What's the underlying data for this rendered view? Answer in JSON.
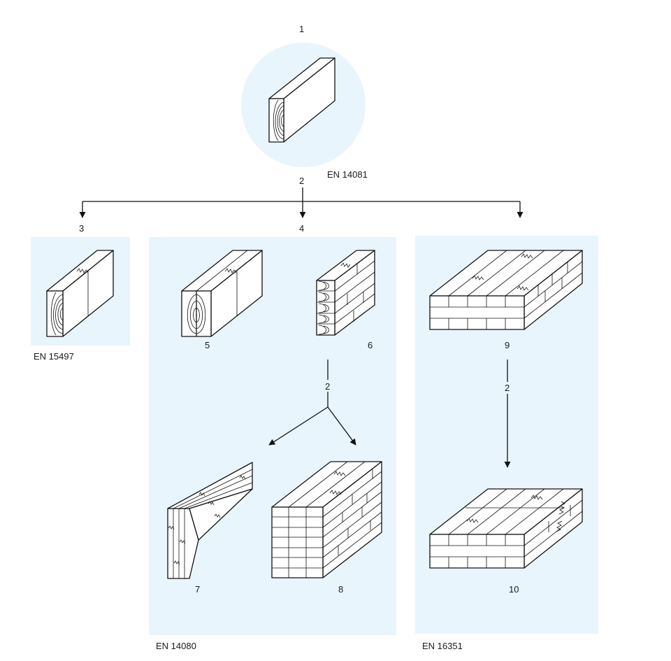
{
  "colors": {
    "panel": "#e8f5fc",
    "line": "#111111",
    "background": "#ffffff"
  },
  "labels": {
    "n1": "1",
    "n2a": "2",
    "n3": "3",
    "n4": "4",
    "n5": "5",
    "n6": "6",
    "n2b": "2",
    "n7": "7",
    "n8": "8",
    "n9": "9",
    "n2c": "2",
    "n10": "10"
  },
  "standards": {
    "top": "EN 14081",
    "left": "EN 15497",
    "middle": "EN 14080",
    "right": "EN 16351"
  }
}
